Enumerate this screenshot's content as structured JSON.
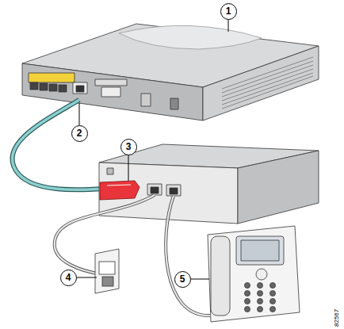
{
  "diagram": {
    "nodes": [
      {
        "text": [
          "1"
        ]
      },
      {
        "text": [
          "2"
        ]
      },
      {
        "text": [
          "3"
        ]
      },
      {
        "text": [
          "4"
        ]
      },
      {
        "text": [
          "5"
        ]
      }
    ],
    "labels": [
      "82567"
    ]
  }
}
